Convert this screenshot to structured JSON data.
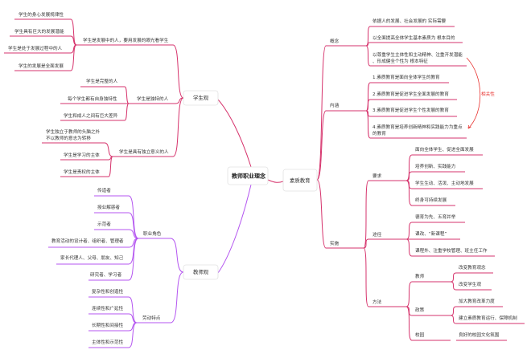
{
  "root": "教师职业理念",
  "colors": {
    "student": "#d6336c",
    "teacher": "#b455f0",
    "quality": "#d6336c",
    "relation": "#e8322f"
  },
  "student_view": {
    "label": "学生观",
    "branches": [
      {
        "label": "学生是发展中的人，要用发展的眼光看学生",
        "children": [
          "学生的身心发展规律性",
          "学生具有巨大的发展潜能",
          "学生是处于发展过程中的人",
          "学生的发展是全面发展"
        ]
      },
      {
        "label": "学生是独特的人",
        "children": [
          "学生是完整的人",
          "每个学生都有自身独特性",
          "学生和成人之间有巨大差异"
        ]
      },
      {
        "label": "学生是具有独立意义的人",
        "children": [
          "学生独立于教师的头脑之外",
          "不以教师的意志为转移",
          "学生是学习的主体",
          "学生是责权的主体"
        ]
      }
    ]
  },
  "teacher_view": {
    "label": "教师观",
    "branches": [
      {
        "label": "职业角色",
        "children": [
          "传道者",
          "授业解惑者",
          "示范者",
          "教育活动的设计者、组织者、管理者",
          "家长代理人、父母、朋友、知己",
          "研究者、学习者"
        ]
      },
      {
        "label": "劳动特点",
        "children": [
          "复杂性和创造性",
          "连续性和广延性",
          "长期性和间接性",
          "主体性和示范性"
        ]
      }
    ]
  },
  "quality_education": {
    "label": "素质教育",
    "concept": {
      "label": "概念",
      "children": [
        "依据人的发展、社会发展的 实际需要",
        "以全面提高全体学生基本素质为 根本目的",
        "以尊重学生主体性和主动精神、注重开发潜能",
        "、形成健全个性为 根本特征"
      ]
    },
    "connotation": {
      "label": "内涵",
      "children": [
        "1.素质教育是面向全体学生的教育",
        "2.素质教育是促进学生全面发展的教育",
        "3.素质教育是促进学生个性发展的教育",
        "4.素质教育是培养创新精神和实践能力为重点",
        "的教育"
      ]
    },
    "relation_label": "相关性",
    "implementation": {
      "label": "实施",
      "requirements": {
        "label": "要求",
        "children": [
          "面向全体学生、促进全面发展",
          "培养创新、实践能力",
          "学生生动、活泼、主动地发展",
          "终身可持续发展"
        ]
      },
      "approaches": {
        "label": "途径",
        "children": [
          "德育为先、五育并举",
          "课改、“新课程”",
          "课程外、注重学校管理、班主任工作"
        ]
      },
      "methods": {
        "label": "方法",
        "teacher": {
          "label": "教师",
          "children": [
            "改变教育观念",
            "改变学生观"
          ]
        },
        "policy": {
          "label": "政策",
          "children": [
            "加大教育改革力度",
            "建立素质教育运行、保障机制"
          ]
        },
        "campus": {
          "label": "校园",
          "children": [
            "良好的校园文化氛围"
          ]
        }
      }
    }
  }
}
